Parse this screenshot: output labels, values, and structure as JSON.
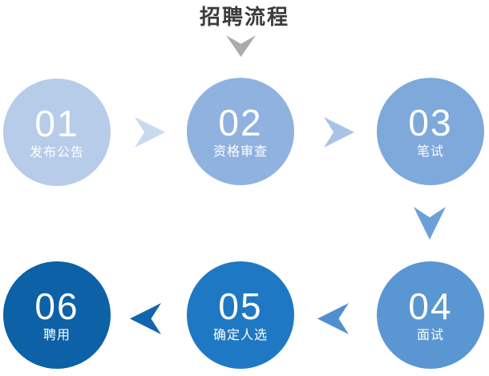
{
  "title": "招聘流程",
  "title_color": "#3b3b3b",
  "background_color": "#ffffff",
  "steps": [
    {
      "number": "01",
      "label": "发布公告",
      "color": "#b6cce9"
    },
    {
      "number": "02",
      "label": "资格审查",
      "color": "#90b2df"
    },
    {
      "number": "03",
      "label": "笔试",
      "color": "#7ea9da"
    },
    {
      "number": "04",
      "label": "面试",
      "color": "#5a96d2"
    },
    {
      "number": "05",
      "label": "确定人选",
      "color": "#1f78c3"
    },
    {
      "number": "06",
      "label": "聘用",
      "color": "#0c61a7"
    }
  ],
  "arrows": [
    {
      "name": "title-pointer",
      "direction": "down",
      "color": "#ababab"
    },
    {
      "name": "arrow-step1-step2",
      "direction": "right",
      "color": "#c9d9f0"
    },
    {
      "name": "arrow-step2-step3",
      "direction": "right",
      "color": "#a8c3e7"
    },
    {
      "name": "arrow-step3-step4",
      "direction": "down",
      "color": "#6ba0d8"
    },
    {
      "name": "arrow-step4-step5",
      "direction": "left",
      "color": "#5190d0"
    },
    {
      "name": "arrow-step5-step6",
      "direction": "left",
      "color": "#1266ad"
    }
  ]
}
